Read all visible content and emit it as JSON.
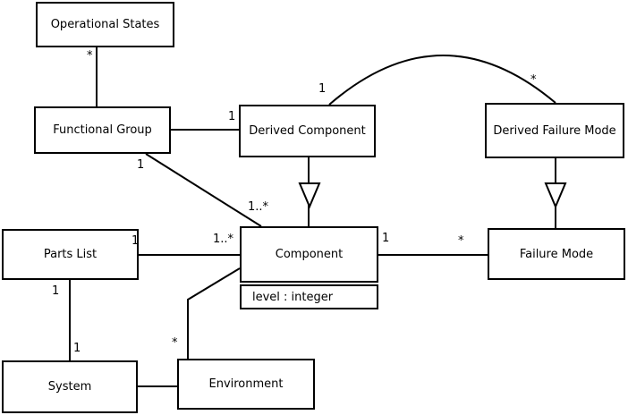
{
  "diagram_type": "uml-class-diagram",
  "colors": {
    "line": "#000000",
    "background": "#ffffff",
    "text": "#000000"
  },
  "nodes": {
    "operational_states": {
      "label": "Operational States"
    },
    "functional_group": {
      "label": "Functional Group"
    },
    "derived_component": {
      "label": "Derived Component"
    },
    "derived_failure_mode": {
      "label": "Derived Failure Mode"
    },
    "parts_list": {
      "label": "Parts List"
    },
    "component": {
      "label": "Component",
      "attribute": "level : integer"
    },
    "failure_mode": {
      "label": "Failure Mode"
    },
    "system": {
      "label": "System"
    },
    "environment": {
      "label": "Environment"
    }
  },
  "multiplicities": {
    "os_fg": "*",
    "fg_dc": "1",
    "fg_c_src": "1",
    "fg_c_tgt": "1..*",
    "dc_dfm_src": "1",
    "dc_dfm_tgt": "*",
    "pl_c_src": "1",
    "pl_c_tgt": "1..*",
    "c_fm_src": "1",
    "c_fm_tgt": "*",
    "pl_s_src": "1",
    "pl_s_tgt": "1",
    "env_c_src": "*"
  }
}
